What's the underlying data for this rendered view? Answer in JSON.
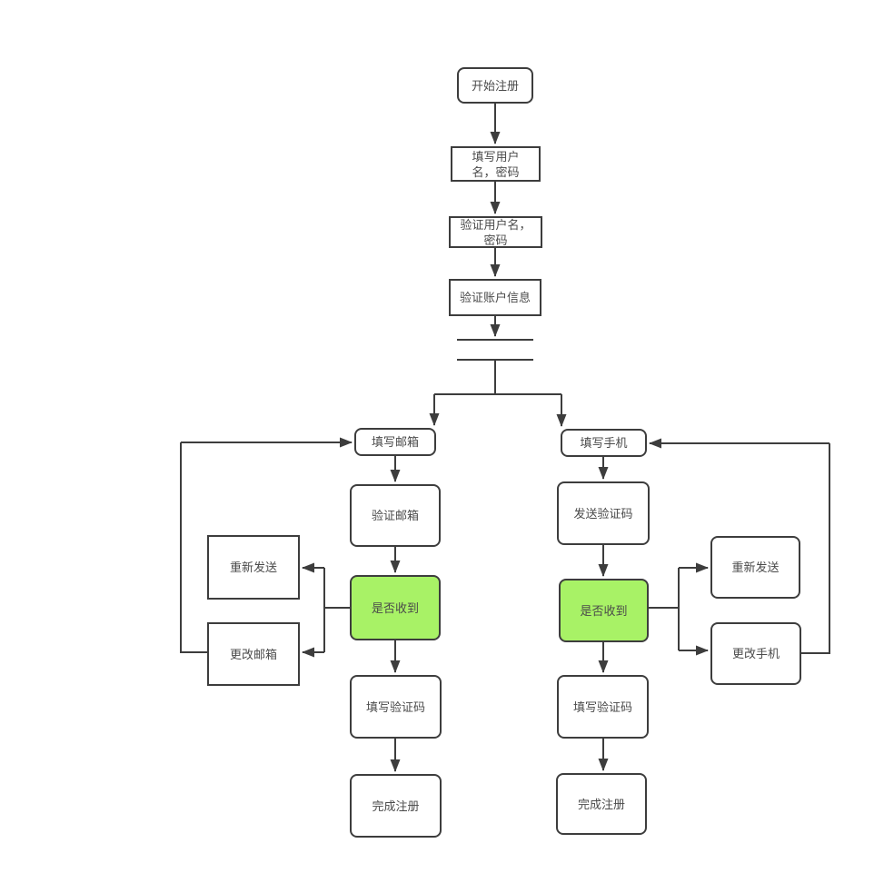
{
  "diagram": {
    "type": "flowchart",
    "language": "zh-CN",
    "colors": {
      "canvas": "#ffffff",
      "line": "#3d3d3d",
      "node_border": "#3d3d3d",
      "node_fill": "#ffffff",
      "highlight_fill": "#a8f266",
      "text": "#4a4a4a"
    },
    "nodes": {
      "start": {
        "label": "开始注册"
      },
      "fill_user": {
        "label": "填写用户\n名，密码"
      },
      "verify_user": {
        "label": "验证用户名，\n密码"
      },
      "verify_account": {
        "label": "验证账户信息"
      },
      "email_fill": {
        "label": "填写邮箱"
      },
      "email_verify": {
        "label": "验证邮箱"
      },
      "email_received": {
        "label": "是否收到"
      },
      "email_resend": {
        "label": "重新发送"
      },
      "email_change": {
        "label": "更改邮箱"
      },
      "email_code": {
        "label": "填写验证码"
      },
      "email_done": {
        "label": "完成注册"
      },
      "phone_fill": {
        "label": "填写手机"
      },
      "phone_send": {
        "label": "发送验证码"
      },
      "phone_received": {
        "label": "是否收到"
      },
      "phone_resend": {
        "label": "重新发送"
      },
      "phone_change": {
        "label": "更改手机"
      },
      "phone_code": {
        "label": "填写验证码"
      },
      "phone_done": {
        "label": "完成注册"
      }
    }
  }
}
